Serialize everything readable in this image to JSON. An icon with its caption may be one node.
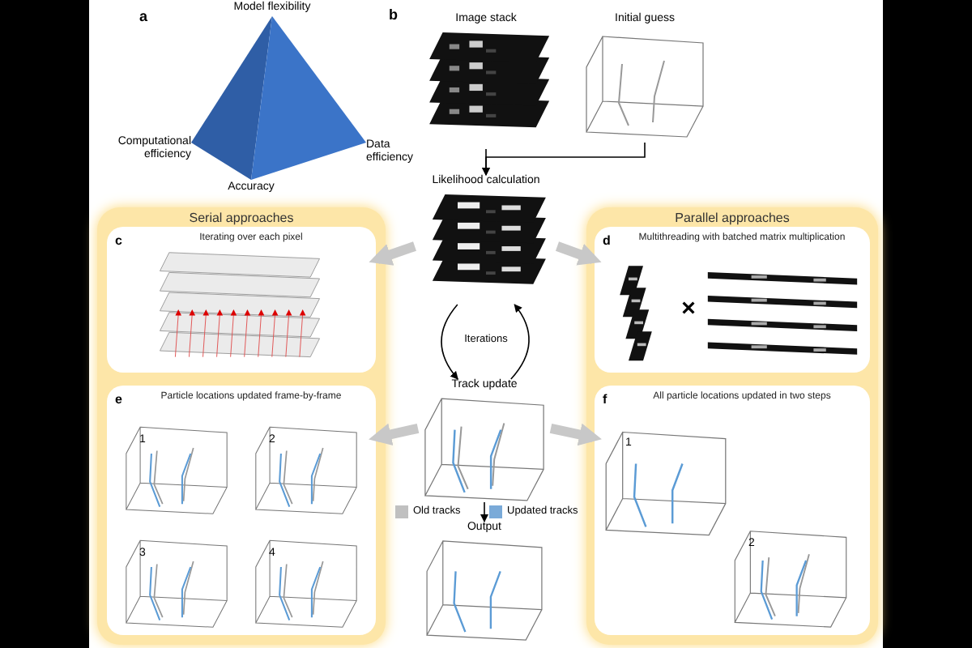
{
  "diagram": {
    "nodes": [
      {
        "text": [
          "Image stack"
        ]
      },
      {
        "text": [
          "Initial guess"
        ]
      },
      {
        "text": [
          "Likelihood calculation"
        ]
      },
      {
        "text": [
          "Track update"
        ]
      },
      {
        "text": [
          "Output"
        ]
      },
      {
        "text": [
          "Serial approaches"
        ]
      },
      {
        "text": [
          "c",
          "Iterating over each pixel"
        ],
        "in": 5
      },
      {
        "text": [
          "e",
          "Particle locations updated frame-by-frame"
        ],
        "in": 5
      },
      {
        "text": [
          "Parallel approaches"
        ]
      },
      {
        "text": [
          "d",
          "Multithreading with batched matrix multiplication"
        ],
        "in": 8
      },
      {
        "text": [
          "f",
          "All particle locations updated in two steps"
        ],
        "in": 8
      },
      {
        "text": [
          "1"
        ],
        "in": 7
      },
      {
        "text": [
          "2"
        ],
        "in": 7
      },
      {
        "text": [
          "3"
        ],
        "in": 7
      },
      {
        "text": [
          "4"
        ],
        "in": 7
      },
      {
        "text": [
          "1"
        ],
        "in": 10
      },
      {
        "text": [
          "2"
        ],
        "in": 10
      }
    ],
    "edges": [
      {
        "from": 0,
        "to": 2,
        "arrow": "to"
      },
      {
        "from": 1,
        "to": 2,
        "arrow": "to"
      },
      {
        "from": 2,
        "to": 3,
        "arrow": "to",
        "label": "Iterations"
      },
      {
        "from": 3,
        "to": 2,
        "arrow": "to"
      },
      {
        "from": 2,
        "to": 6,
        "arrow": "to",
        "style": "thick",
        "color": "#c8c8c8"
      },
      {
        "from": 2,
        "to": 9,
        "arrow": "to",
        "style": "thick",
        "color": "#c8c8c8"
      },
      {
        "from": 3,
        "to": 7,
        "arrow": "to",
        "style": "thick",
        "color": "#c8c8c8"
      },
      {
        "from": 3,
        "to": 10,
        "arrow": "to",
        "style": "thick",
        "color": "#c8c8c8"
      },
      {
        "from": 3,
        "to": 4,
        "arrow": "to"
      }
    ],
    "labels": [
      "a",
      "Model flexibility",
      "b",
      "Computational efficiency",
      "Data efficiency",
      "Accuracy"
    ],
    "legend": [
      {
        "text": "Old tracks",
        "color": "#c0c0c0"
      },
      {
        "text": "Updated tracks",
        "color": "#7aaad8"
      }
    ]
  }
}
